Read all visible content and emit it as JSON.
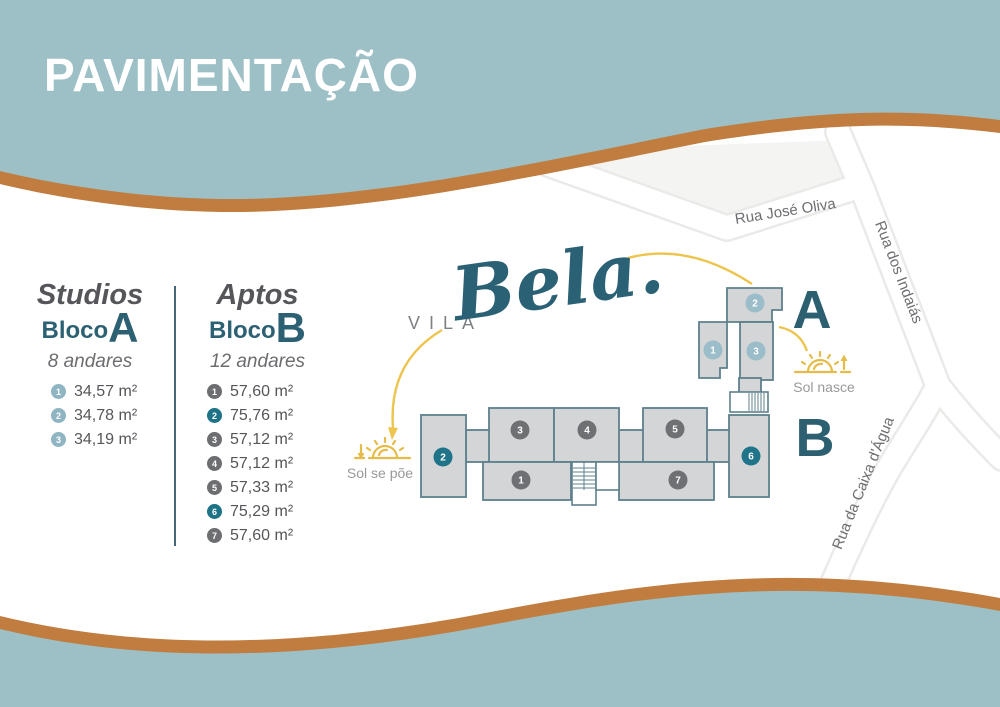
{
  "title": "PAVIMENTAÇÃO",
  "studios": {
    "heading": "Studios",
    "bloco": "Bloco",
    "letter": "A",
    "floors": "8 andares",
    "items": [
      {
        "num": "1",
        "area": "34,57 m²"
      },
      {
        "num": "2",
        "area": "34,78 m²"
      },
      {
        "num": "3",
        "area": "34,19 m²"
      }
    ]
  },
  "aptos": {
    "heading": "Aptos",
    "bloco": "Bloco",
    "letter": "B",
    "floors": "12 andares",
    "items": [
      {
        "num": "1",
        "area": "57,60 m²",
        "highlight": false
      },
      {
        "num": "2",
        "area": "75,76 m²",
        "highlight": true
      },
      {
        "num": "3",
        "area": "57,12 m²",
        "highlight": false
      },
      {
        "num": "4",
        "area": "57,12 m²",
        "highlight": false
      },
      {
        "num": "5",
        "area": "57,33 m²",
        "highlight": false
      },
      {
        "num": "6",
        "area": "75,29 m²",
        "highlight": true
      },
      {
        "num": "7",
        "area": "57,60 m²",
        "highlight": false
      }
    ]
  },
  "logo": {
    "vila": "VILA",
    "name": "Bela."
  },
  "map": {
    "streets": [
      {
        "label": "Rua José Oliva"
      },
      {
        "label": "Rua dos Indaiás"
      },
      {
        "label": "Rua da Caixa d'Água"
      }
    ],
    "block_a_letter": "A",
    "block_b_letter": "B",
    "sun_rise": "Sol nasce",
    "sun_set": "Sol se põe",
    "block_a_units": [
      "1",
      "2",
      "3"
    ],
    "block_b_units": [
      "1",
      "2",
      "3",
      "4",
      "5",
      "6",
      "7"
    ]
  },
  "colors": {
    "band_teal": "#9dc0c6",
    "band_orange": "#c17d40",
    "dark_teal": "#2c6173",
    "text_gray": "#55565a",
    "badge_light_blue": "#8fb5c3",
    "badge_gray": "#6d6e71",
    "badge_teal": "#1e7387",
    "building_fill": "#d3d5d6",
    "building_stroke": "#5d808c",
    "sun_yellow": "#e6bc49"
  }
}
